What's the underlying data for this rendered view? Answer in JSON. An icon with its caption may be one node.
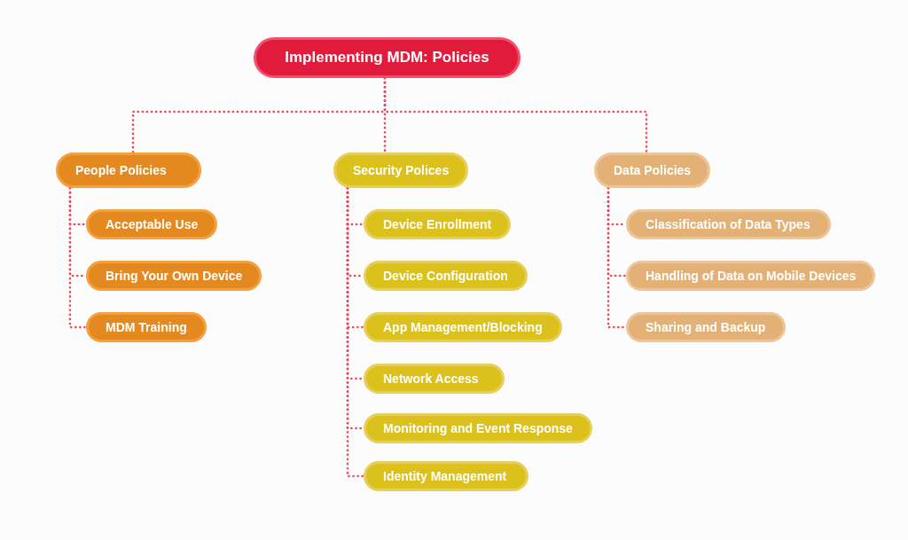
{
  "diagram": {
    "nodes": [
      {
        "text": [
          "Implementing MDM: Policies"
        ]
      },
      {
        "text": [
          "People Policies"
        ]
      },
      {
        "text": [
          "Acceptable Use"
        ]
      },
      {
        "text": [
          "Bring Your Own Device"
        ]
      },
      {
        "text": [
          "MDM Training"
        ]
      },
      {
        "text": [
          "Security Polices"
        ]
      },
      {
        "text": [
          "Device Enrollment"
        ]
      },
      {
        "text": [
          "Device Configuration"
        ]
      },
      {
        "text": [
          "App Management/Blocking"
        ]
      },
      {
        "text": [
          "Network Access"
        ]
      },
      {
        "text": [
          "Monitoring and Event Response"
        ]
      },
      {
        "text": [
          "Identity Management"
        ]
      },
      {
        "text": [
          "Data Policies"
        ]
      },
      {
        "text": [
          "Classification of Data Types"
        ]
      },
      {
        "text": [
          "Handling of Data on Mobile Devices"
        ]
      },
      {
        "text": [
          "Sharing and Backup"
        ]
      }
    ],
    "edges": [
      {
        "from": 0,
        "to": 1,
        "arrow": "none",
        "style": "dashed"
      },
      {
        "from": 0,
        "to": 5,
        "arrow": "none",
        "style": "dashed"
      },
      {
        "from": 0,
        "to": 12,
        "arrow": "none",
        "style": "dashed"
      },
      {
        "from": 1,
        "to": 2,
        "arrow": "none",
        "style": "dashed"
      },
      {
        "from": 1,
        "to": 3,
        "arrow": "none",
        "style": "dashed"
      },
      {
        "from": 1,
        "to": 4,
        "arrow": "none",
        "style": "dashed"
      },
      {
        "from": 5,
        "to": 6,
        "arrow": "none",
        "style": "dashed"
      },
      {
        "from": 5,
        "to": 7,
        "arrow": "none",
        "style": "dashed"
      },
      {
        "from": 5,
        "to": 8,
        "arrow": "none",
        "style": "dashed"
      },
      {
        "from": 5,
        "to": 9,
        "arrow": "none",
        "style": "dashed"
      },
      {
        "from": 5,
        "to": 10,
        "arrow": "none",
        "style": "dashed"
      },
      {
        "from": 5,
        "to": 11,
        "arrow": "none",
        "style": "dashed"
      },
      {
        "from": 12,
        "to": 13,
        "arrow": "none",
        "style": "dashed"
      },
      {
        "from": 12,
        "to": 14,
        "arrow": "none",
        "style": "dashed"
      },
      {
        "from": 12,
        "to": 15,
        "arrow": "none",
        "style": "dashed"
      }
    ]
  }
}
